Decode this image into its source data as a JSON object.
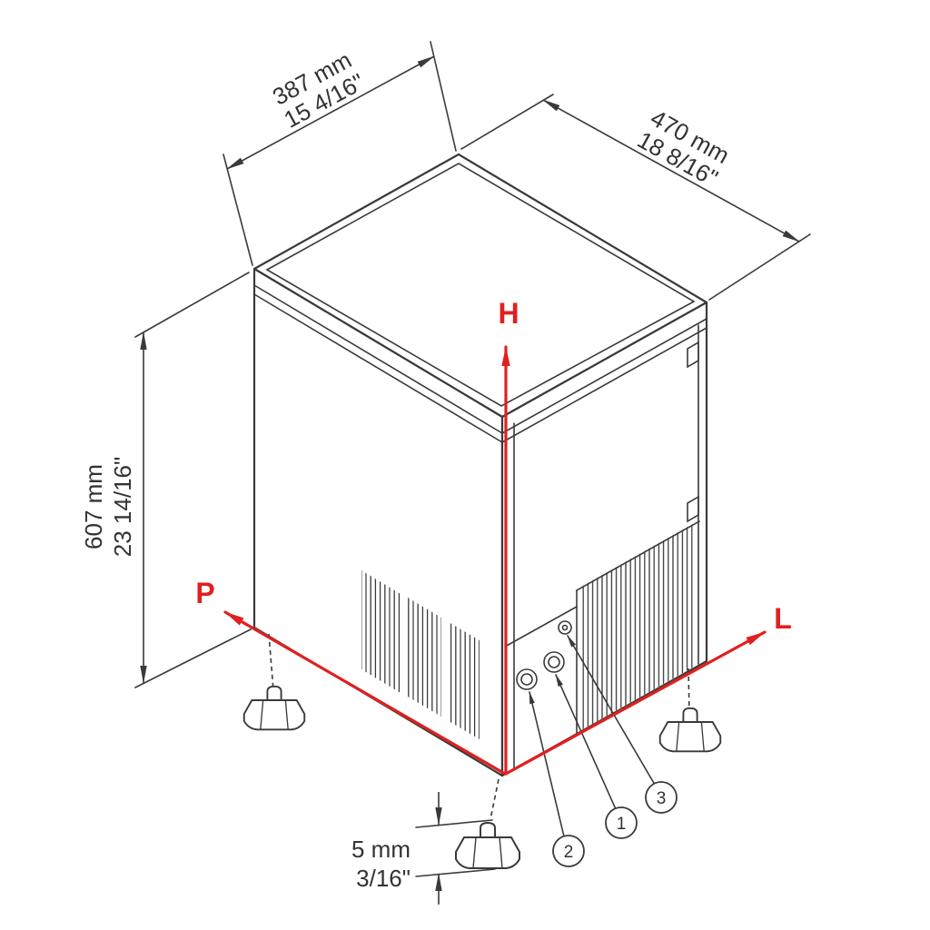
{
  "diagram": {
    "type": "isometric-dimension-drawing",
    "subject": "ice-maker-cabinet",
    "dims": {
      "width": {
        "mm": "387 mm",
        "in": "15 4/16\""
      },
      "depth": {
        "mm": "470 mm",
        "in": "18 8/16\""
      },
      "height": {
        "mm": "607 mm",
        "in": "23 14/16\""
      },
      "foot_adjust": {
        "mm": "5 mm",
        "in": "3/16\""
      }
    },
    "axes": {
      "height": "H",
      "depth": "P",
      "width": "L"
    },
    "callouts": [
      "1",
      "2",
      "3"
    ],
    "colors": {
      "line": "#3a3a3a",
      "accent": "#e02020",
      "background": "#ffffff"
    }
  }
}
